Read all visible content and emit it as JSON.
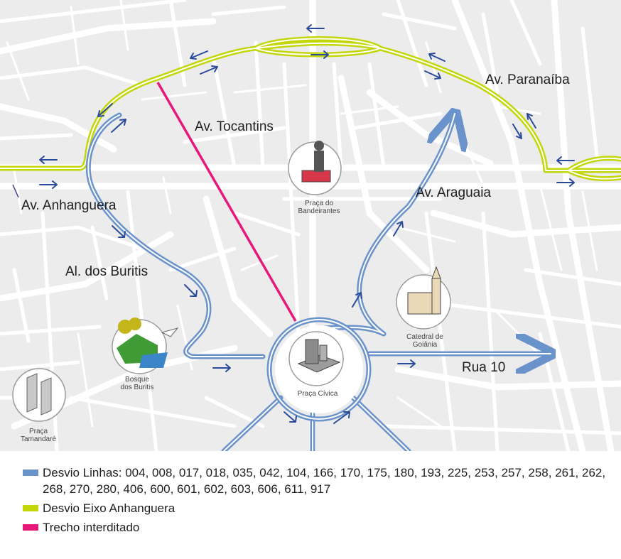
{
  "map": {
    "colors": {
      "background": "#ececec",
      "street": "#ffffff",
      "detour_lines": "#6b93cb",
      "detour_axis": "#c3d60a",
      "closed_section": "#e6197a",
      "arrow": "#2a4b9b"
    },
    "street_labels": {
      "av_anhanguera": "Av. Anhanguera",
      "av_tocantins": "Av. Tocantins",
      "av_paranaiba": "Av. Paranaíba",
      "av_araguaia": "Av. Araguaia",
      "al_buritis": "Al. dos Buritis",
      "rua_10": "Rua 10"
    },
    "landmarks": {
      "praca_bandeirantes": [
        "Praça do",
        "Bandeirantes"
      ],
      "catedral": [
        "Catedral de",
        "Goiânia"
      ],
      "bosque": [
        "Bosque",
        "dos Buritis"
      ],
      "praca_civica": [
        "Praça Cívica"
      ],
      "praca_tamandare": [
        "Praça",
        "Tamandaré"
      ]
    }
  },
  "legend": [
    {
      "color": "#6b93cb",
      "label": "Desvio Linhas: 004, 008, 017, 018, 035, 042, 104, 166, 170, 175, 180, 193, 225, 253, 257, 258, 261, 262, 268, 270, 280, 406, 600, 601, 602, 603, 606, 611, 917"
    },
    {
      "color": "#c3d60a",
      "label": "Desvio Eixo Anhanguera"
    },
    {
      "color": "#e6197a",
      "label": "Trecho interditado"
    }
  ]
}
